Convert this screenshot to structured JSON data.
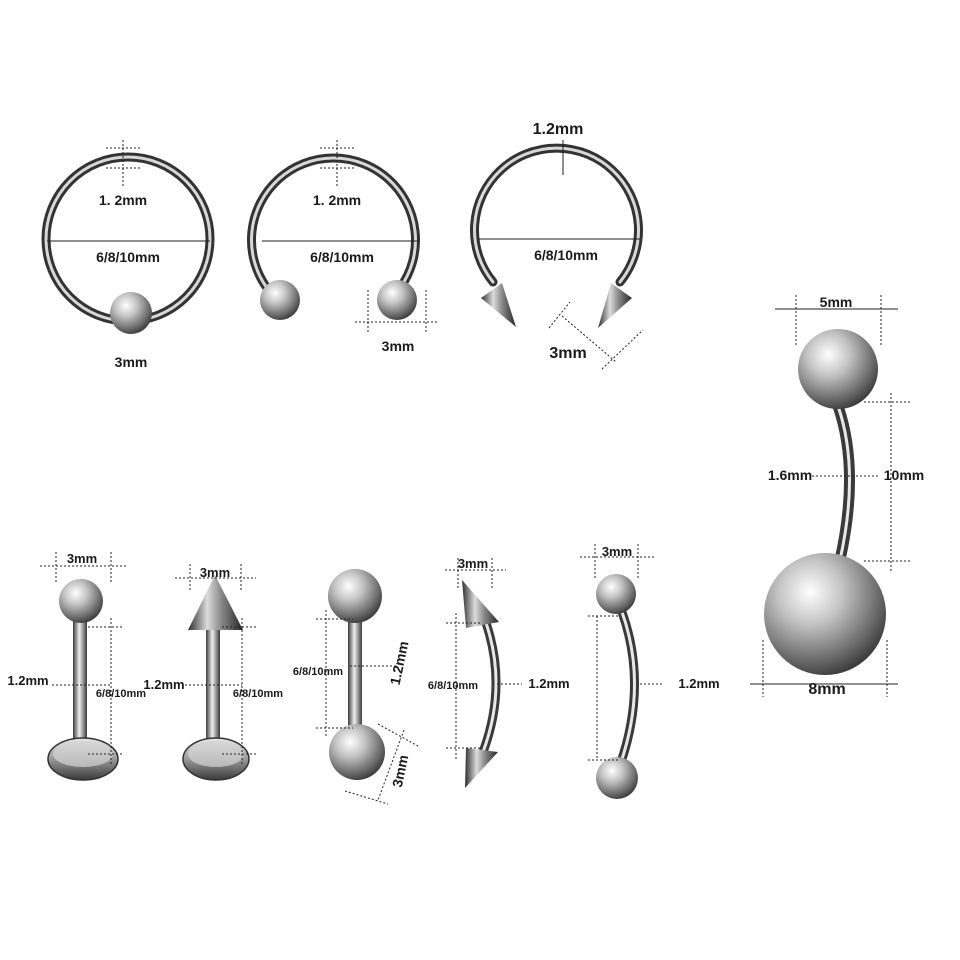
{
  "items": {
    "captive_ring": {
      "gauge": "1. 2mm",
      "diameter": "6/8/10mm",
      "ball": "3mm"
    },
    "horseshoe_ball": {
      "gauge": "1. 2mm",
      "diameter": "6/8/10mm",
      "ball": "3mm"
    },
    "horseshoe_spike": {
      "gauge": "1.2mm",
      "diameter": "6/8/10mm",
      "spike": "3mm"
    },
    "belly_ring": {
      "top_ball": "5mm",
      "gauge": "1.6mm",
      "length": "10mm",
      "bottom_ball": "8mm"
    },
    "labret_ball": {
      "ball": "3mm",
      "gauge": "1.2mm",
      "length": "6/8/10mm"
    },
    "labret_spike": {
      "spike": "3mm",
      "gauge": "1.2mm",
      "length": "6/8/10mm"
    },
    "barbell": {
      "length": "6/8/10mm",
      "gauge": "1.2mm",
      "ball": "3mm"
    },
    "curved_spike": {
      "spike": "3mm",
      "length": "6/8/10mm",
      "gauge": "1.2mm"
    },
    "curved_ball": {
      "ball": "3mm",
      "gauge": "1.2mm"
    }
  },
  "colors": {
    "metal_dark": "#3a3a3a",
    "metal_mid": "#8a8a8a",
    "metal_light": "#f2f2f2",
    "line": "#222222"
  }
}
